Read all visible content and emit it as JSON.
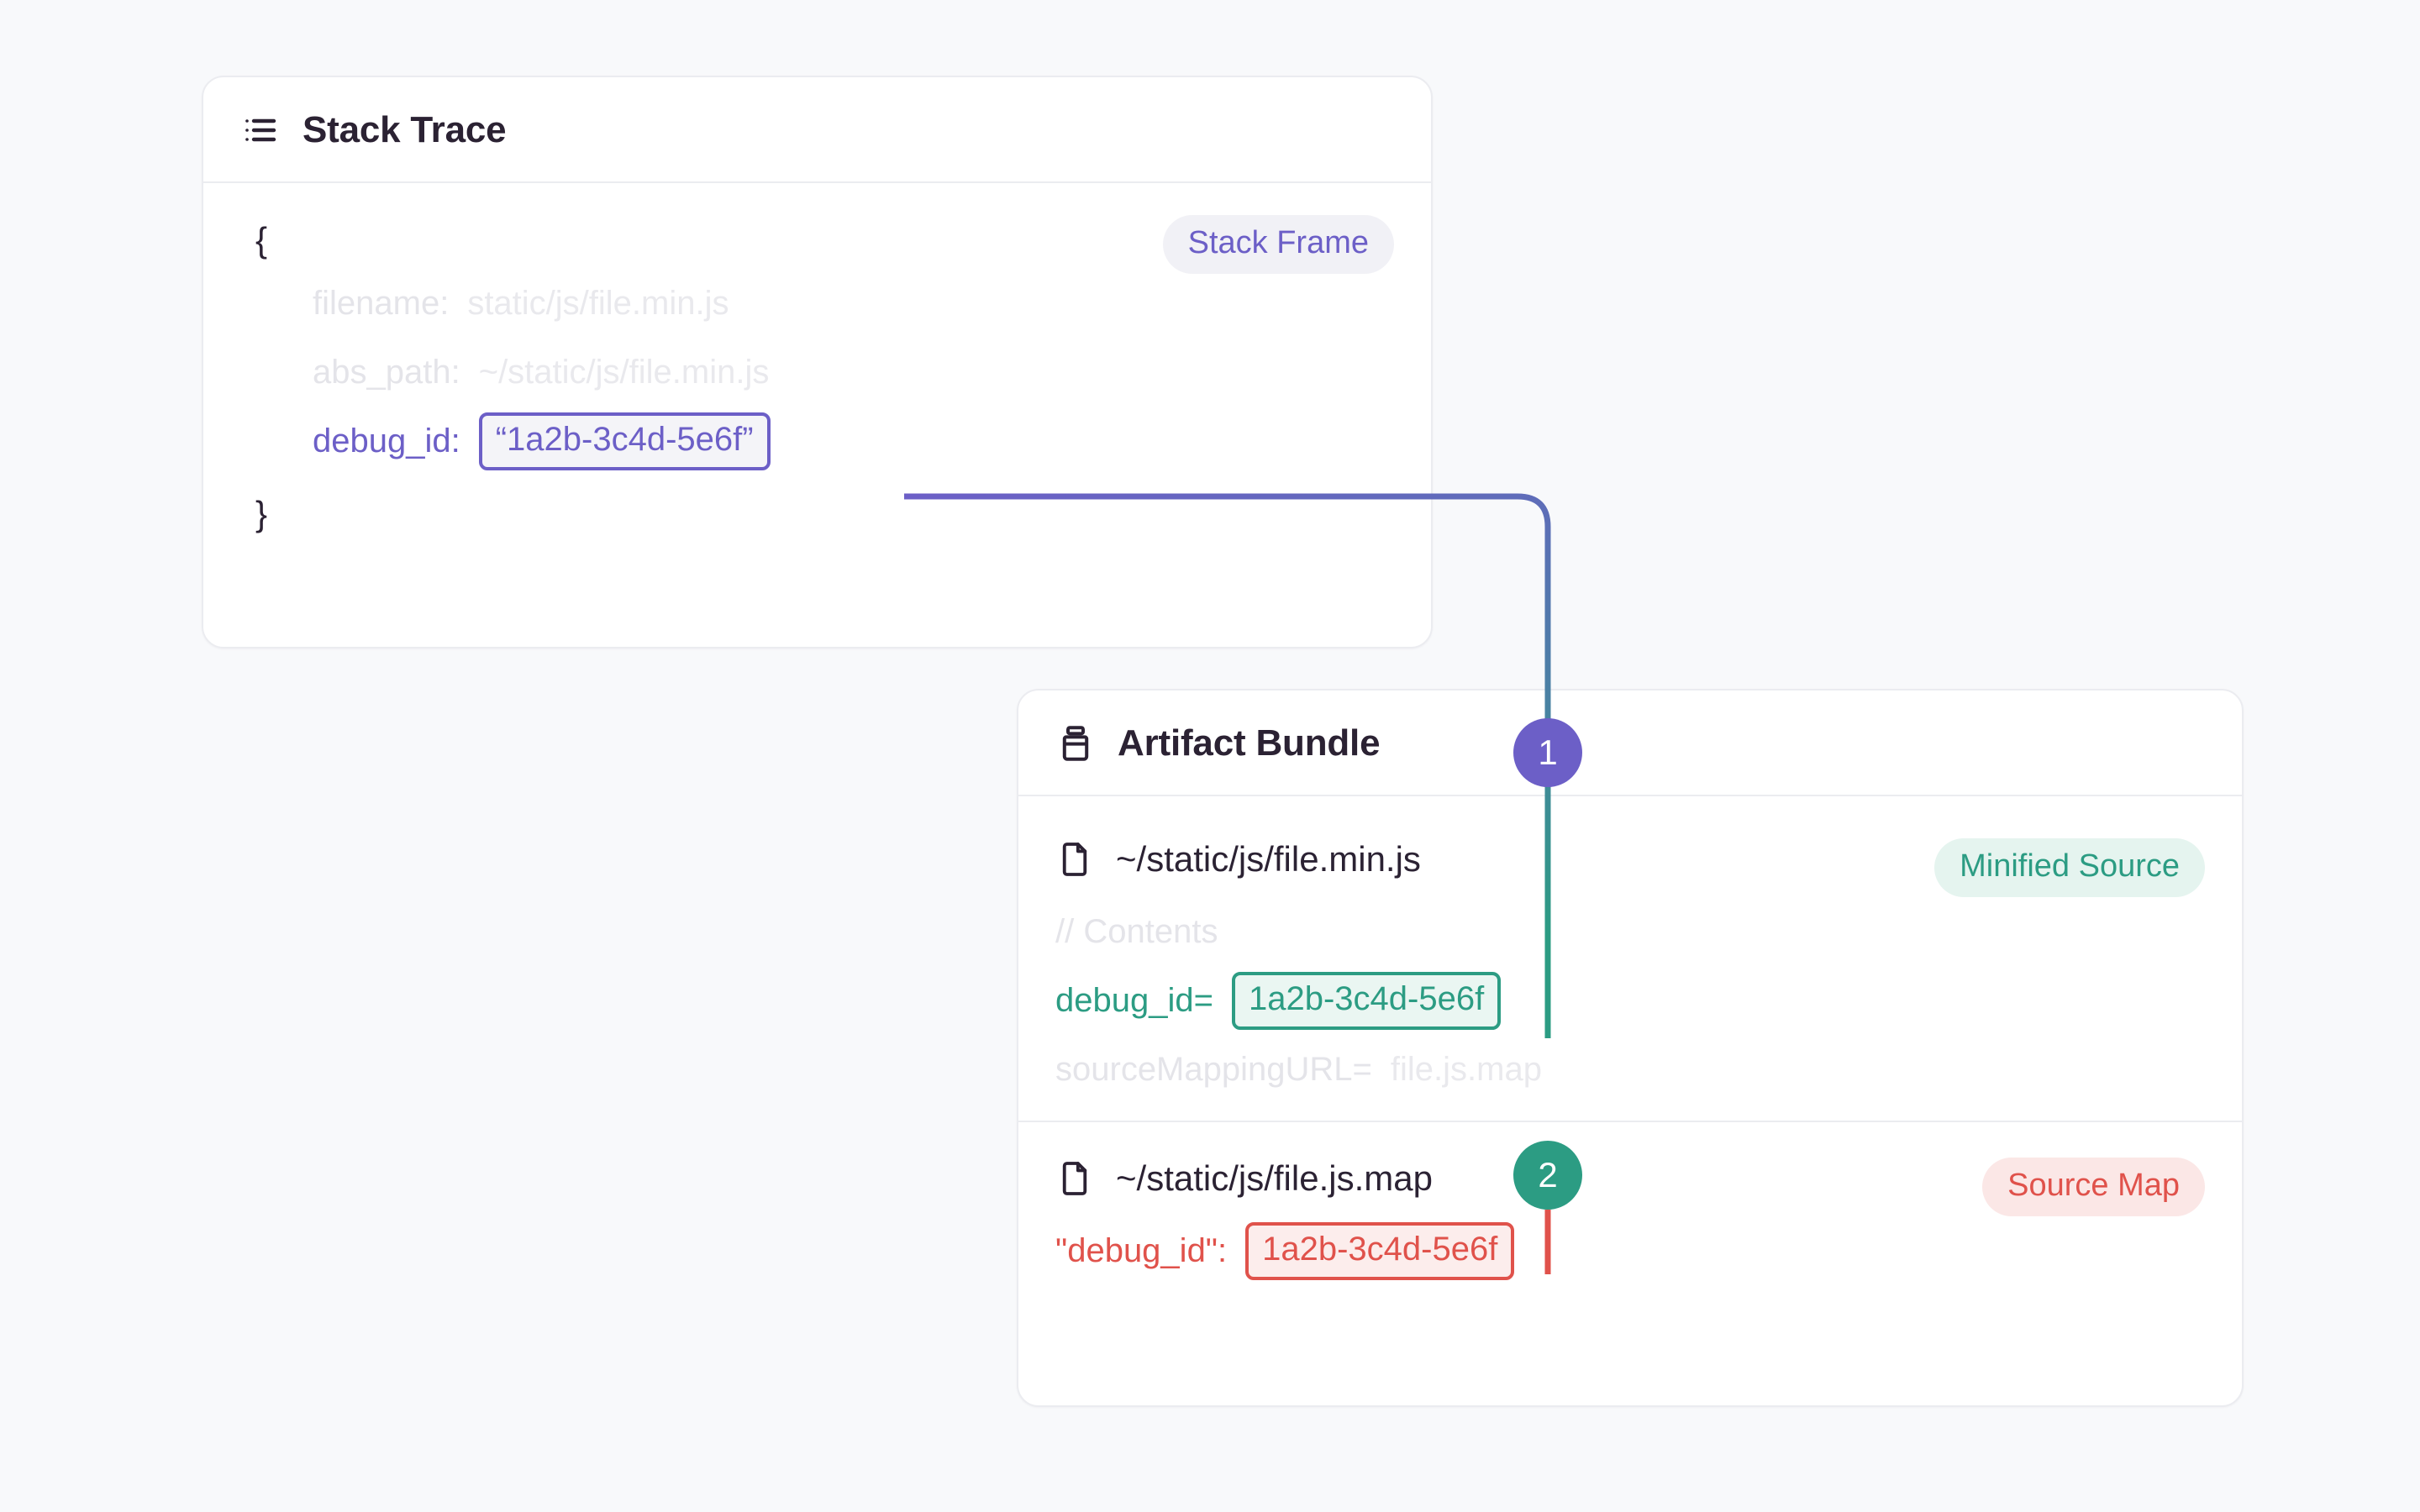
{
  "background_color": "#F8F9FB",
  "colors": {
    "purple": "#6C5FC7",
    "teal": "#2C9C83",
    "red": "#E0524B",
    "text": "#2B2233",
    "muted": "#E4E4E9",
    "card_border": "#EBECF0",
    "card_bg": "#FFFFFF"
  },
  "stack_trace": {
    "icon": "list-icon",
    "title": "Stack Trace",
    "badge": "Stack Frame",
    "open_brace": "{",
    "close_brace": "}",
    "rows": [
      {
        "key": "filename:",
        "value": "static/js/file.min.js",
        "style": "muted"
      },
      {
        "key": "abs_path:",
        "value": "~/static/js/file.min.js",
        "style": "muted"
      }
    ],
    "debug_id_key": "debug_id:",
    "debug_id_value": "“1a2b-3c4d-5e6f”"
  },
  "artifact_bundle": {
    "icon": "jar-icon",
    "title": "Artifact Bundle",
    "minified": {
      "file_icon": "file-icon",
      "file_name": "~/static/js/file.min.js",
      "badge": "Minified Source",
      "comment": "// Contents",
      "debug_id_key": "debug_id=",
      "debug_id_value": "1a2b-3c4d-5e6f",
      "source_mapping_key": "sourceMappingURL=",
      "source_mapping_value": "file.js.map"
    },
    "sourcemap": {
      "file_icon": "file-icon",
      "file_name": "~/static/js/file.js.map",
      "badge": "Source Map",
      "debug_id_key": "\"debug_id\":",
      "debug_id_value": "1a2b-3c4d-5e6f"
    }
  },
  "steps": [
    {
      "label": "1",
      "color": "#6C5FC7"
    },
    {
      "label": "2",
      "color": "#2C9C83"
    }
  ]
}
